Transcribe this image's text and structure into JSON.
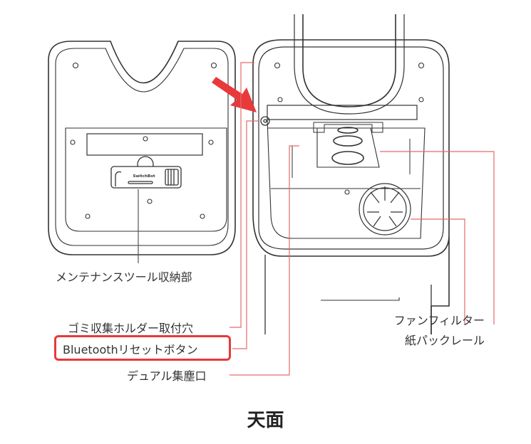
{
  "labels": {
    "maintenance_tool": "メンテナンスツール収納部",
    "trash_holder": "ゴミ収集ホルダー取付穴",
    "bluetooth_reset": "Bluetoothリセットボタン",
    "dual_dust_port": "デュアル集塵口",
    "fan_filter_line1": "ファンフィルター",
    "fan_filter_line2": "紙パックレール"
  },
  "device": {
    "logo_text": "SwitchBot"
  },
  "title": "天面",
  "colors": {
    "accent": "#e8393b",
    "callout_line": "#e46a6a",
    "drawing_line": "#333333",
    "text": "#333333"
  }
}
